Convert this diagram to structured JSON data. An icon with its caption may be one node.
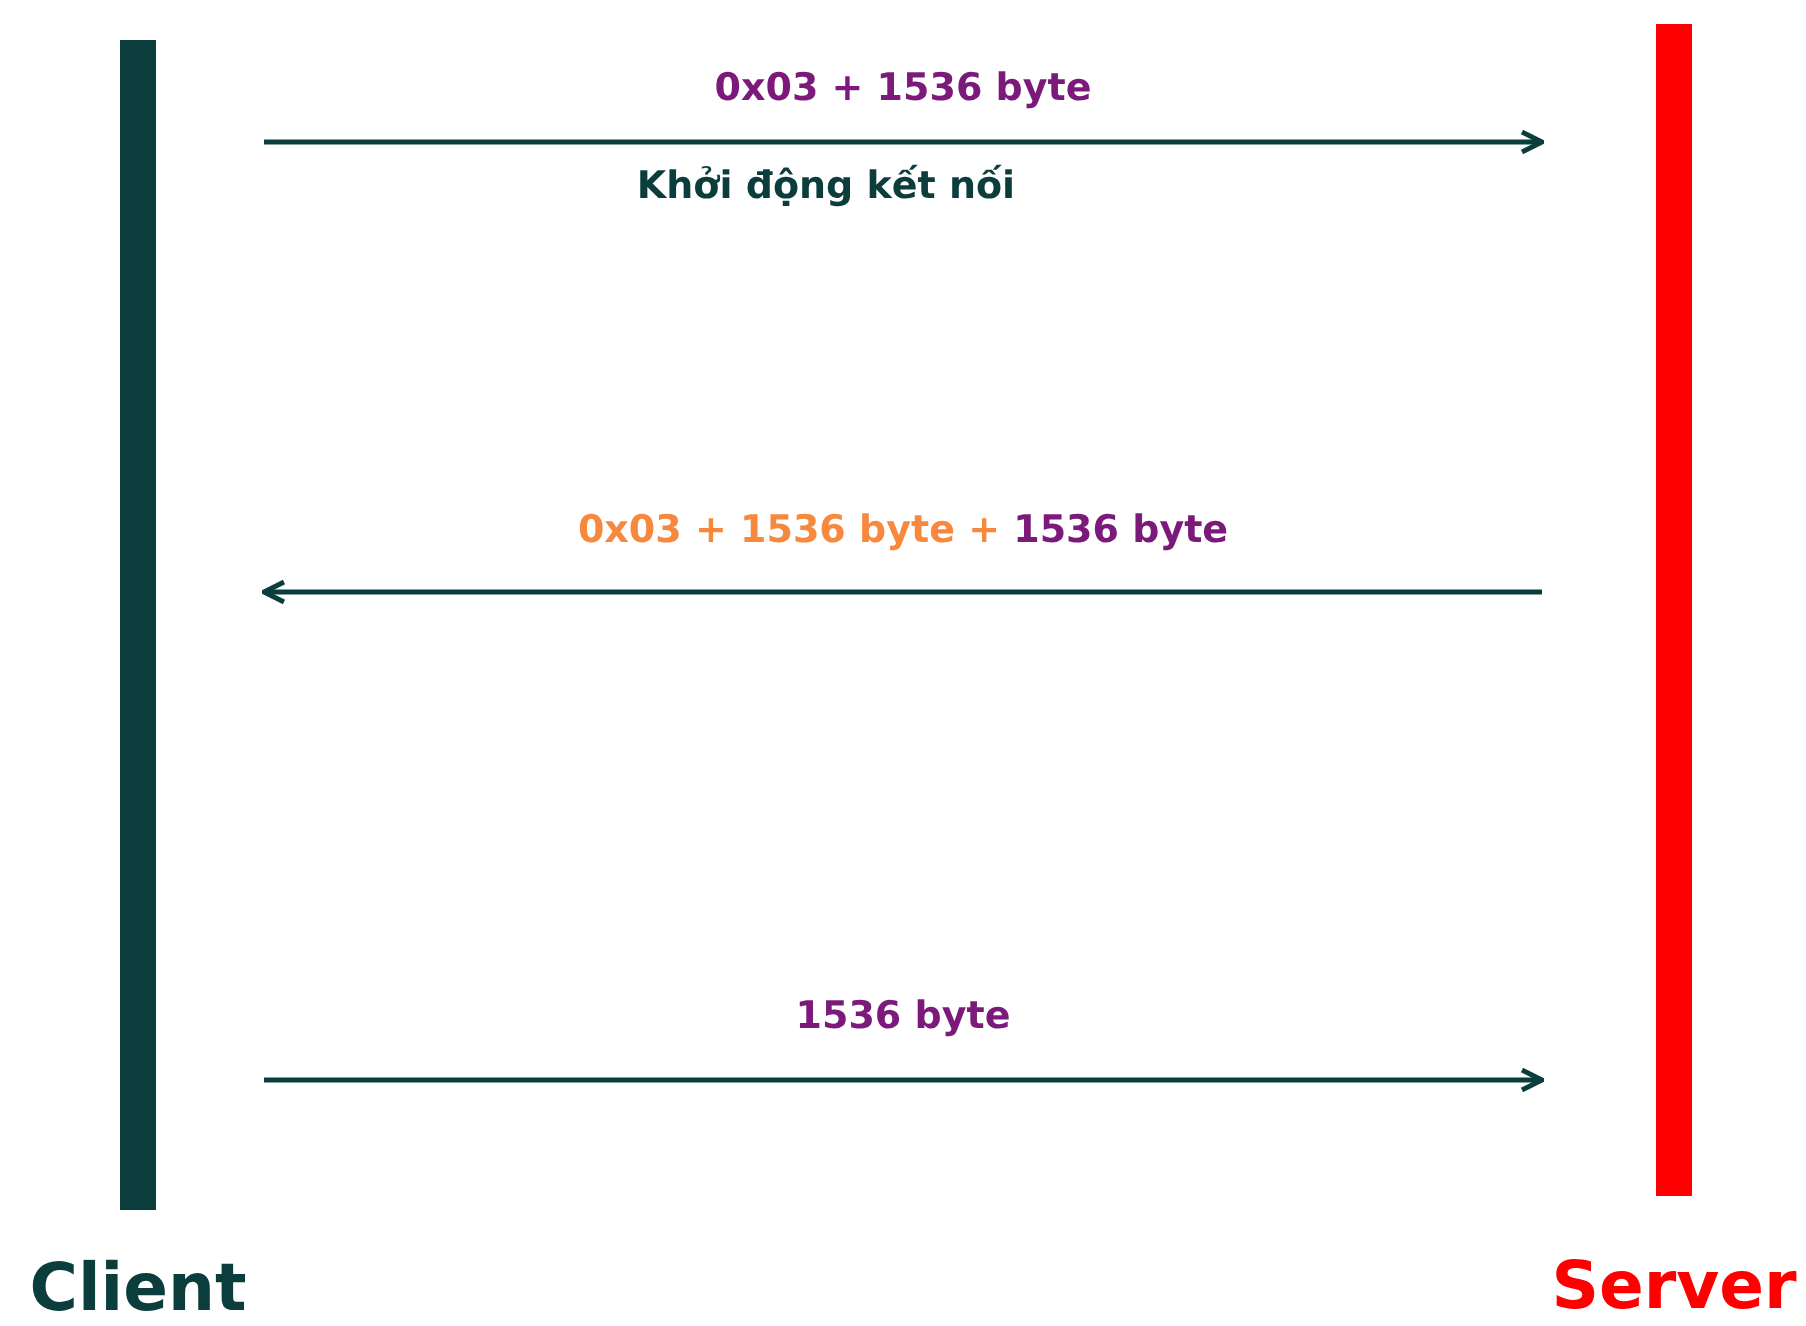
{
  "diagram": {
    "nodes": [
      {
        "text": [
          "Client"
        ]
      },
      {
        "text": [
          "Server"
        ]
      }
    ],
    "edges": [
      {
        "from": 0,
        "to": 1,
        "arrow": "to",
        "label": "0x03 + 1536 byte"
      },
      {
        "from": 1,
        "to": 0,
        "arrow": "to",
        "label": "0x03 + 1536 byte + 1536 byte"
      },
      {
        "from": 0,
        "to": 1,
        "arrow": "to",
        "label": "1536 byte"
      }
    ],
    "labels": [
      "Khởi động kết nối"
    ]
  }
}
